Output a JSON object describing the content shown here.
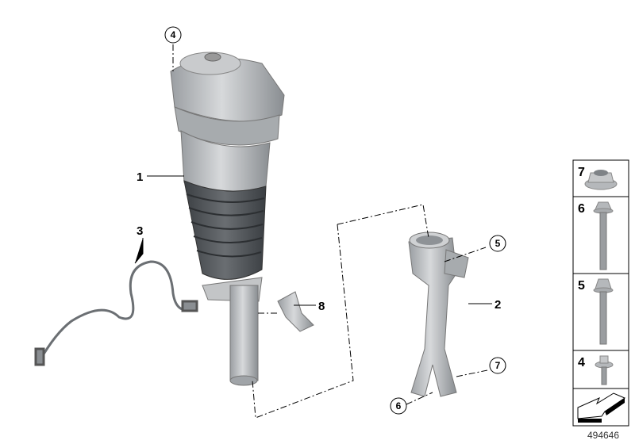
{
  "diagram_id": "494646",
  "callouts": [
    {
      "number": "1",
      "part": "air-spring-strut"
    },
    {
      "number": "2",
      "part": "strut-fork"
    },
    {
      "number": "3",
      "part": "sensor-cable"
    },
    {
      "number": "4",
      "part": "top-mount-screw",
      "circled": true
    },
    {
      "number": "5",
      "part": "fork-clamp-bolt",
      "circled": true
    },
    {
      "number": "6",
      "part": "fork-lower-bolt",
      "circled": true
    },
    {
      "number": "7",
      "part": "fork-lower-nut",
      "circled": true
    },
    {
      "number": "8",
      "part": "bracket"
    }
  ],
  "fastener_panel": [
    {
      "number": "7",
      "icon": "flange-nut-icon"
    },
    {
      "number": "6",
      "icon": "long-hex-bolt-icon"
    },
    {
      "number": "5",
      "icon": "hex-bolt-icon"
    },
    {
      "number": "4",
      "icon": "washer-screw-icon"
    }
  ],
  "colors": {
    "part_fill": "#b9bcbf",
    "part_dark": "#6e7276",
    "bellows": "#4f5357",
    "line": "#000000"
  }
}
